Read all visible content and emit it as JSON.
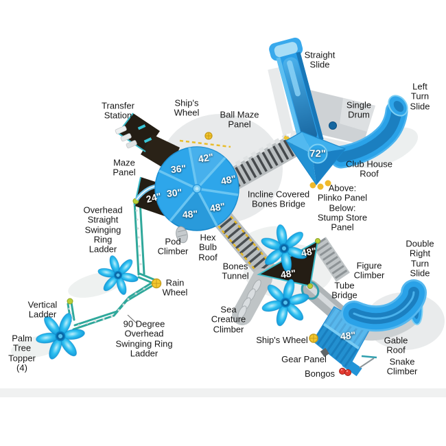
{
  "figure": {
    "type": "playground-equipment-top-view-diagram",
    "background": "#ffffff"
  },
  "labels": {
    "transfer_station": "Transfer\nStation",
    "ships_wheel_top": "Ship's\nWheel",
    "ball_maze_panel": "Ball Maze\nPanel",
    "straight_slide": "Straight\nSlide",
    "single_drum": "Single\nDrum",
    "left_turn_slide": "Left Turn\nSlide",
    "maze_panel": "Maze\nPanel",
    "club_house_roof": "Club House\nRoof",
    "plinko_stump": "Above:\nPlinko Panel\nBelow:\nStump Store\nPanel",
    "incline_bridge": "Incline Covered\nBones Bridge",
    "overhead_straight": "Overhead\nStraight\nSwinging\nRing\nLadder",
    "pod_climber": "Pod\nClimber",
    "hex_bulb_roof": "Hex\nBulb\nRoof",
    "bones_tunnel": "Bones\nTunnel",
    "rain_wheel": "Rain\nWheel",
    "vertical_ladder": "Vertical\nLadder",
    "palm_tree_topper": "Palm\nTree\nTopper\n(4)",
    "ninety_degree_ladder": "90 Degree\nOverhead\nSwinging Ring\nLadder",
    "sea_creature_climber": "Sea\nCreature\nClimber",
    "ships_wheel_bottom": "Ship's Wheel",
    "gear_panel": "Gear Panel",
    "bongos": "Bongos",
    "snake_climber": "Snake Climber",
    "gable_roof": "Gable\nRoof",
    "tube_bridge": "Tube\nBridge",
    "figure_climber": "Figure\nClimber",
    "double_right_turn_slide": "Double\nRight Turn\nSlide"
  },
  "dimensions": {
    "club_house": "72\"",
    "hex_42": "42\"",
    "hex_36": "36\"",
    "hex_48_right": "48\"",
    "hex_30": "30\"",
    "hex_48_mid": "48\"",
    "hex_48_bottom": "48\"",
    "deck_24": "24\"",
    "triangle_48_top": "48\"",
    "triangle_48_bottom": "48\"",
    "gable_48": "48\""
  },
  "colors": {
    "slide_blue": "#2aa2e8",
    "slide_channel": "#1b7fc0",
    "roof_blue": "#2ea6ea",
    "deck_dark": "#241d14",
    "bridge_gray": "#b9bec0",
    "rib_dark": "#45494c",
    "teal_pipe": "#2fa89b",
    "flower_blue": "#1cb4ec",
    "accent_yellow": "#f5c82e",
    "accent_lime": "#b9cf36",
    "accent_red": "#e23a31",
    "label_text": "#161616",
    "dimension_text": "#ffffff"
  }
}
